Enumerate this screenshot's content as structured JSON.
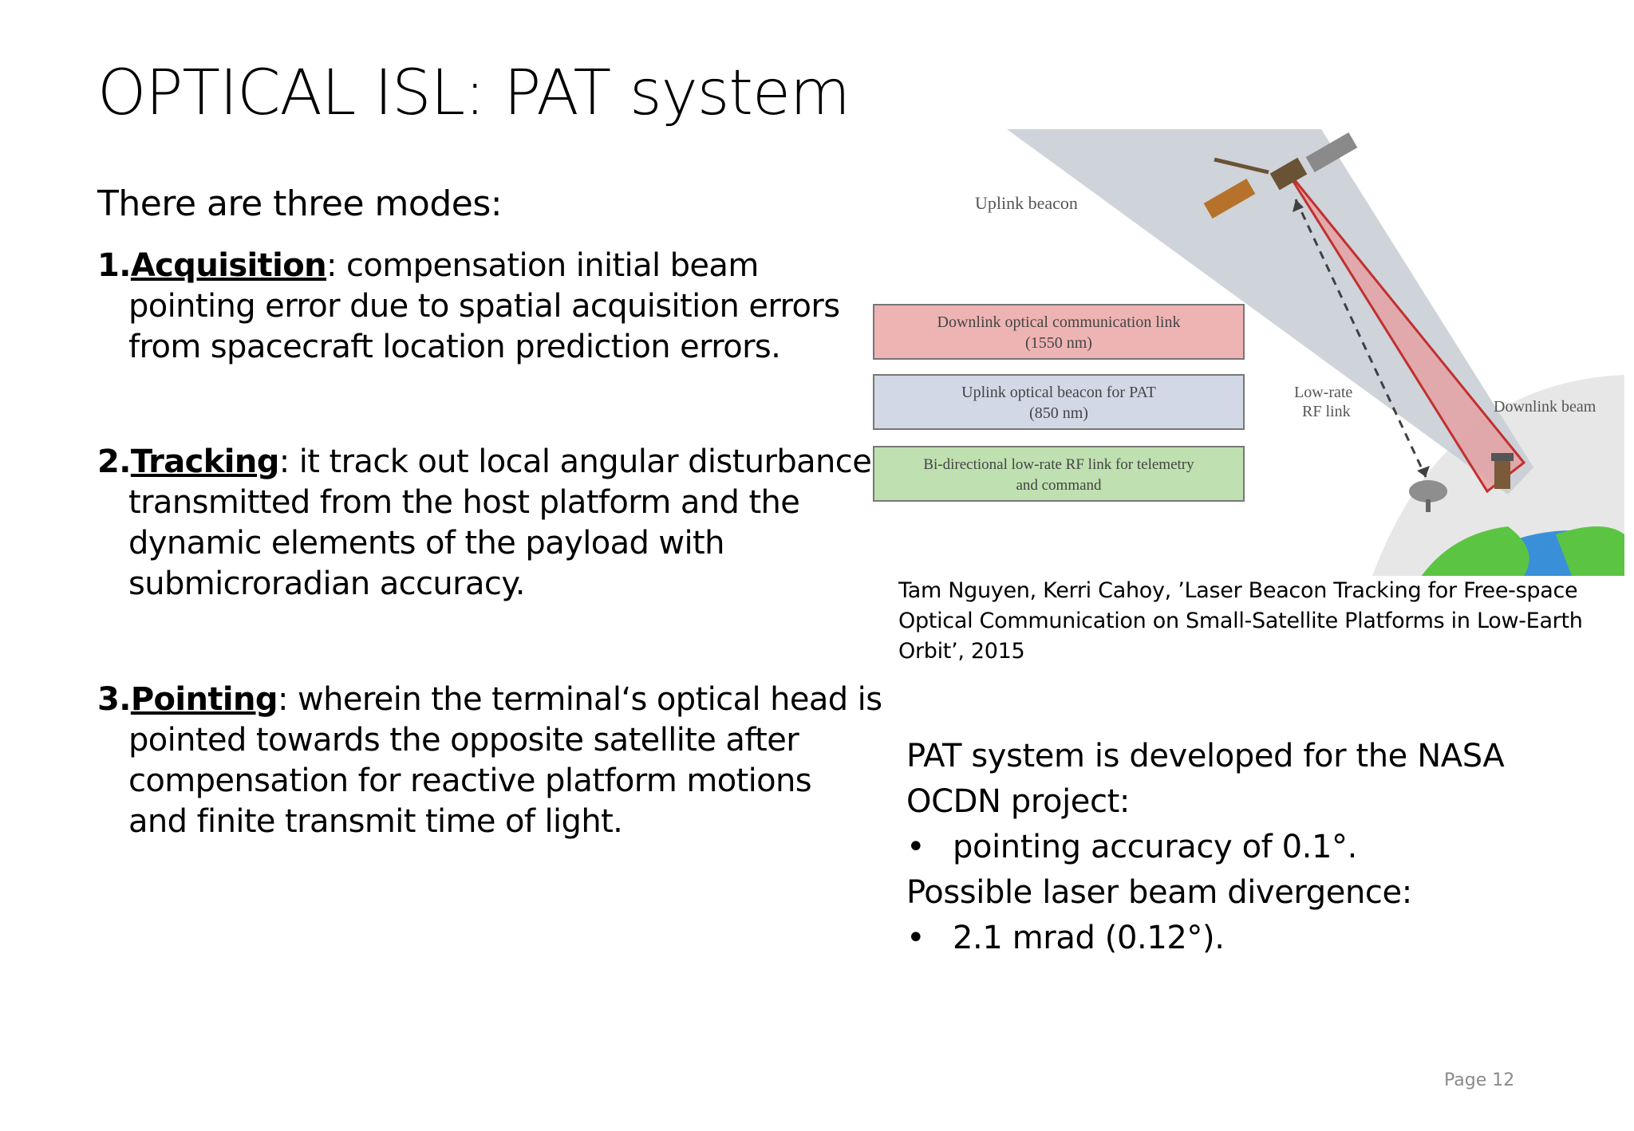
{
  "slide": {
    "title": "OPTICAL ISL: PAT system",
    "intro": "There are three modes:",
    "modes": [
      {
        "number": "1.",
        "term": "Acquisition",
        "lines": [
          ": compensation initial beam",
          "pointing error due to spatial acquisition errors",
          "from spacecraft location prediction errors."
        ]
      },
      {
        "number": "2.",
        "term": "Tracking",
        "lines": [
          ": it track out local angular disturbances",
          "transmitted from the host platform and the",
          "dynamic elements of the payload with",
          "submicroradian accuracy."
        ]
      },
      {
        "number": "3.",
        "term": "Pointing",
        "lines": [
          ": wherein the terminal‘s optical head is",
          "pointed towards the opposite satellite after",
          "compensation for reactive platform motions",
          "and finite transmit time of light."
        ]
      }
    ],
    "diagram": {
      "labels": {
        "uplink_beacon": "Uplink beacon",
        "low_rate_1": "Low-rate",
        "low_rate_2": "RF link",
        "downlink_beam": "Downlink beam"
      },
      "legend": [
        {
          "line1": "Downlink optical communication link",
          "line2": "(1550 nm)",
          "color": "#eeb4b4"
        },
        {
          "line1": "Uplink optical beacon for PAT",
          "line2": "(850 nm)",
          "color": "#d3d8e6"
        },
        {
          "line1": "Bi-directional low-rate RF link for telemetry",
          "line2": "and command",
          "color": "#bfe0b0"
        }
      ]
    },
    "citation": [
      "Tam Nguyen, Kerri Cahoy, ’Laser Beacon Tracking for Free-space",
      "Optical Communication on Small-Satellite Platforms in Low-Earth",
      "Orbit’, 2015"
    ],
    "right_block": {
      "line1": "PAT system is developed for the NASA",
      "line2": "OCDN project:",
      "bullet1": "pointing accuracy of 0.1°.",
      "line3": "Possible laser beam divergence:",
      "bullet2": "2.1 mrad (0.12°).",
      "bullet_char": "•"
    },
    "page_number": "Page 12"
  }
}
